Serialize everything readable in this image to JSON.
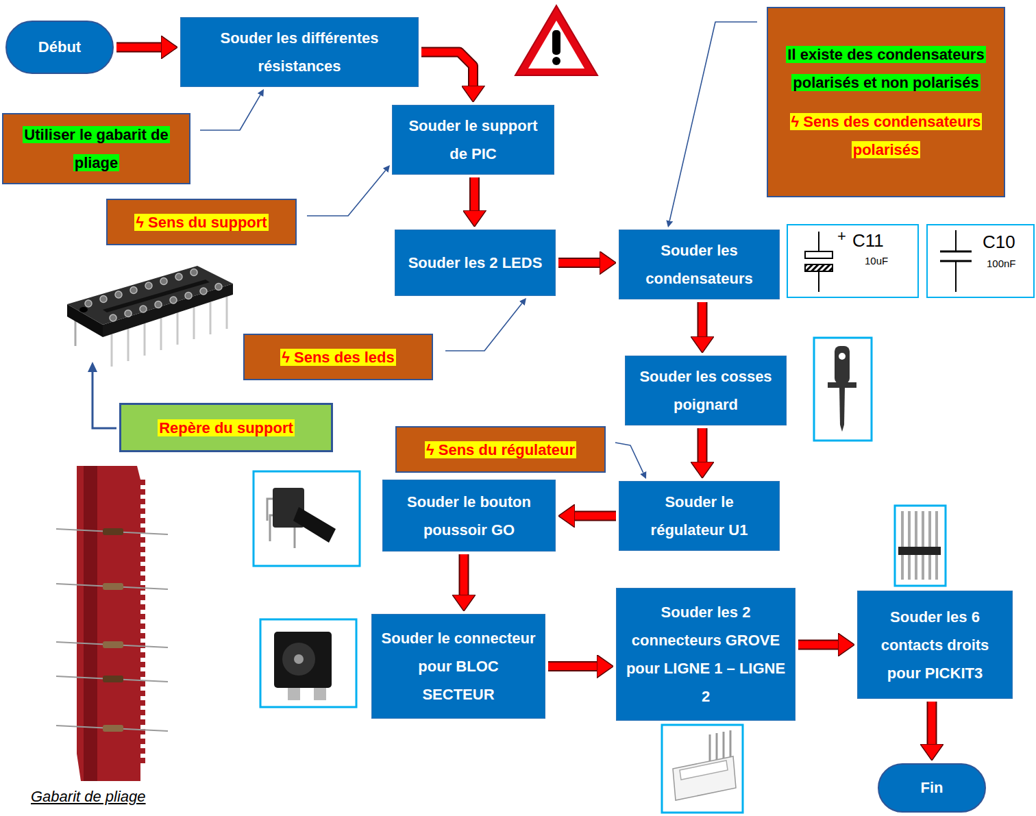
{
  "diagram": {
    "nodes": [
      {
        "text": [
          "Début"
        ]
      },
      {
        "text": [
          "Souder les différentes résistances"
        ]
      },
      {
        "text": [
          "Il existe des condensateurs polarisés et non polarisés",
          "ϟ Sens des condensateurs polarisés"
        ]
      },
      {
        "text": [
          "Utiliser le gabarit de pliage"
        ]
      },
      {
        "text": [
          "Souder le support de PIC"
        ]
      },
      {
        "text": [
          "ϟ Sens du support"
        ]
      },
      {
        "text": [
          "Souder les 2 LEDS"
        ]
      },
      {
        "text": [
          "Souder les condensateurs"
        ]
      },
      {
        "text": [
          "+",
          "C11",
          "10uF"
        ]
      },
      {
        "text": [
          "C10",
          "100nF"
        ]
      },
      {
        "text": [
          "ϟ Sens des leds"
        ]
      },
      {
        "text": [
          "Repère du support"
        ]
      },
      {
        "text": [
          "Souder les cosses poignard"
        ]
      },
      {
        "text": [
          "ϟ Sens du régulateur"
        ]
      },
      {
        "text": [
          "Souder le bouton poussoir GO"
        ]
      },
      {
        "text": [
          "Souder le régulateur U1"
        ]
      },
      {
        "text": [
          "Souder le connecteur pour BLOC SECTEUR"
        ]
      },
      {
        "text": [
          "Souder les 2 connecteurs GROVE pour LIGNE 1 – LIGNE 2"
        ]
      },
      {
        "text": [
          "Souder les 6 contacts droits pour PICKIT3"
        ]
      },
      {
        "text": [
          "Fin"
        ]
      }
    ],
    "edges": [
      {
        "from": 0,
        "to": 1,
        "arrow": "to"
      },
      {
        "from": 1,
        "to": 4,
        "arrow": "to"
      },
      {
        "from": 4,
        "to": 6,
        "arrow": "to"
      },
      {
        "from": 6,
        "to": 7,
        "arrow": "to"
      },
      {
        "from": 7,
        "to": 12,
        "arrow": "to"
      },
      {
        "from": 12,
        "to": 15,
        "arrow": "to"
      },
      {
        "from": 15,
        "to": 14,
        "arrow": "to"
      },
      {
        "from": 14,
        "to": 16,
        "arrow": "to"
      },
      {
        "from": 16,
        "to": 17,
        "arrow": "to"
      },
      {
        "from": 17,
        "to": 18,
        "arrow": "to"
      },
      {
        "from": 18,
        "to": 19,
        "arrow": "to"
      },
      {
        "from": 3,
        "to": 1,
        "arrow": "to"
      },
      {
        "from": 5,
        "to": 4,
        "arrow": "to"
      },
      {
        "from": 10,
        "to": 6,
        "arrow": "to"
      },
      {
        "from": 2,
        "to": 7,
        "arrow": "to"
      },
      {
        "from": 13,
        "to": 15,
        "arrow": "to"
      }
    ],
    "labels": [
      "Gabarit de pliage"
    ]
  }
}
